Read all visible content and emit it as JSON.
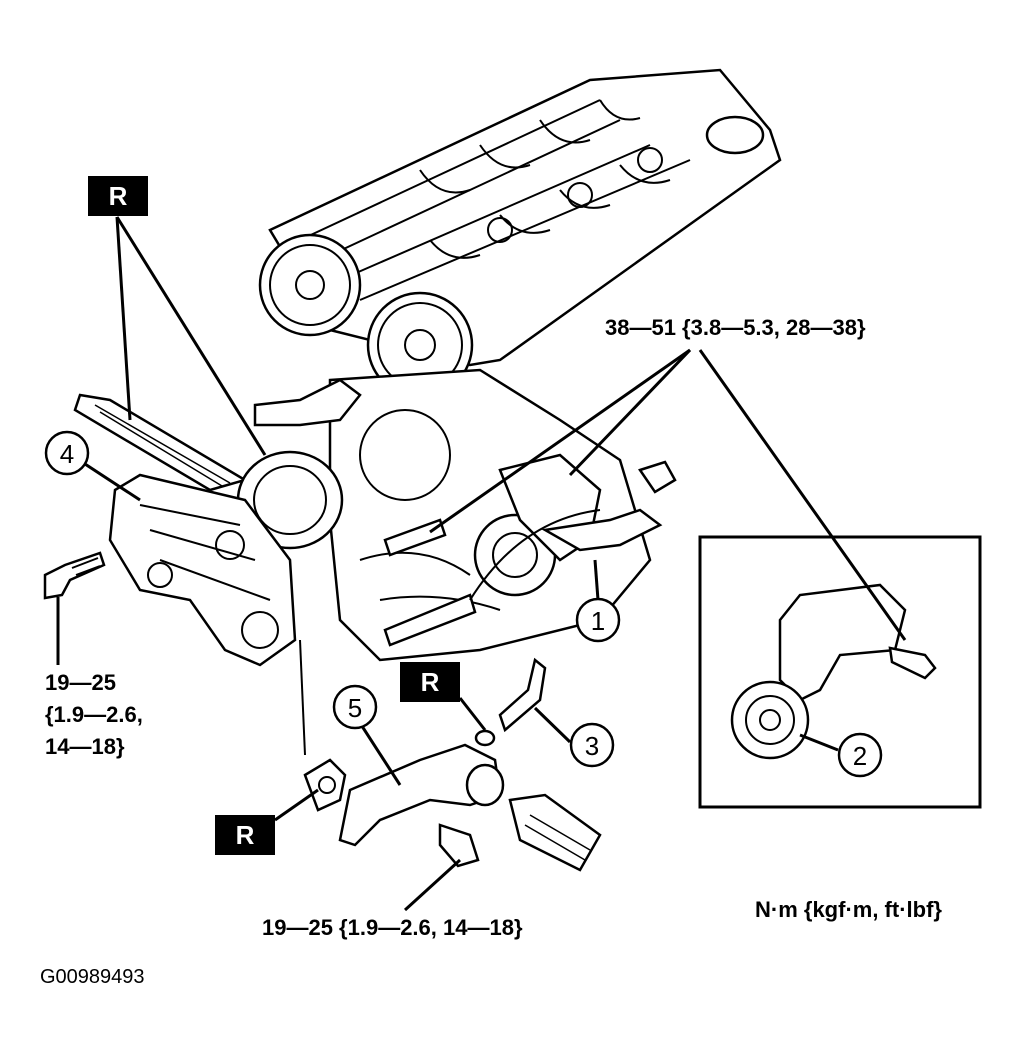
{
  "badges": {
    "R": "R"
  },
  "callouts": {
    "c1": "1",
    "c2": "2",
    "c3": "3",
    "c4": "4",
    "c5": "5"
  },
  "torques": {
    "top_right": "38—51 {3.8—5.3, 28—38}",
    "left_line1": "19—25",
    "left_line2": "{1.9—2.6,",
    "left_line3": "14—18}",
    "bottom": "19—25 {1.9—2.6, 14—18}"
  },
  "units": "N·m {kgf·m, ft·lbf}",
  "figure_id": "G00989493"
}
